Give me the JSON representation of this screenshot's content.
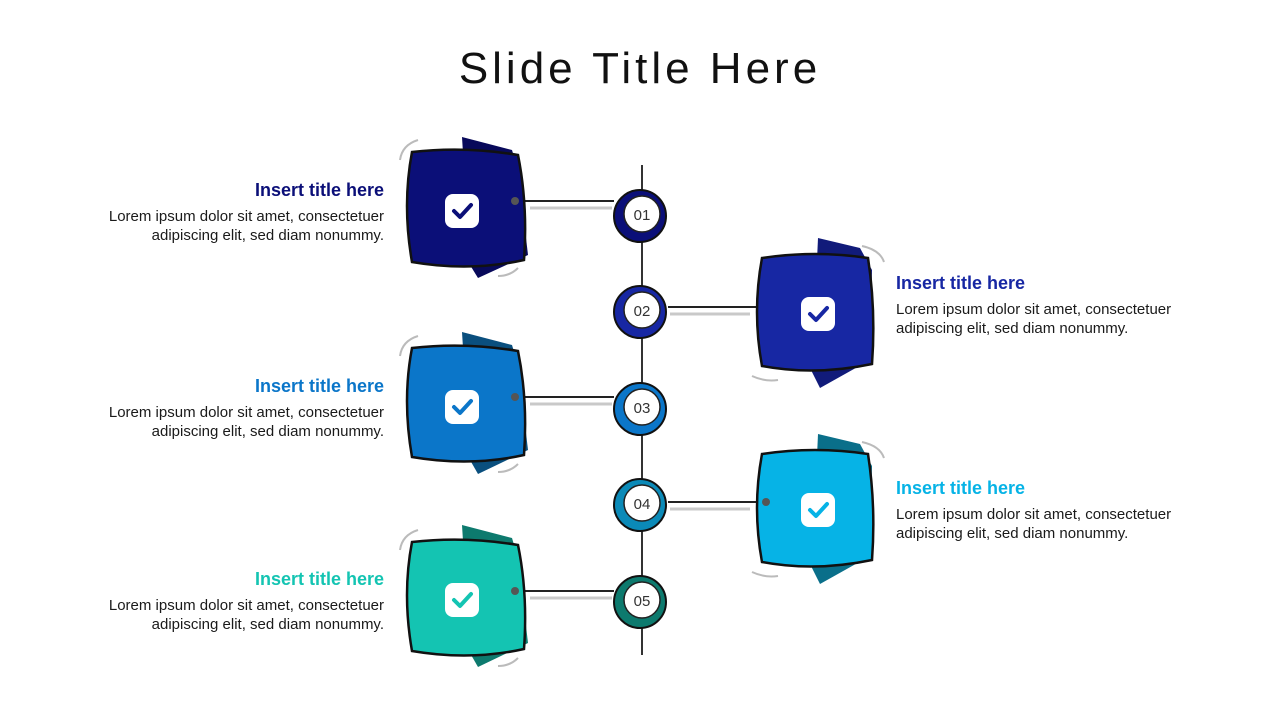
{
  "slide": {
    "title": "Slide Title Here"
  },
  "items": [
    {
      "number": "01",
      "title": "Insert title here",
      "desc1": "Lorem ipsum dolor sit amet, consectetuer",
      "desc2": "adipiscing elit, sed diam nonummy.",
      "color": "#0b0f78",
      "dark": "#08095a",
      "side": "left"
    },
    {
      "number": "02",
      "title": "Insert title here",
      "desc1": "Lorem ipsum dolor sit amet, consectetuer",
      "desc2": "adipiscing elit, sed diam nonummy.",
      "color": "#1727a3",
      "dark": "#111b7a",
      "side": "right"
    },
    {
      "number": "03",
      "title": "Insert title here",
      "desc1": "Lorem ipsum dolor sit amet, consectetuer",
      "desc2": "adipiscing elit, sed diam nonummy.",
      "color": "#0b76c9",
      "dark": "#0a4f7e",
      "side": "left"
    },
    {
      "number": "04",
      "title": "Insert title here",
      "desc1": "Lorem ipsum dolor sit amet, consectetuer",
      "desc2": "adipiscing elit, sed diam nonummy.",
      "color": "#06b3e6",
      "dark": "#0a6f8a",
      "side": "right"
    },
    {
      "number": "05",
      "title": "Insert title here",
      "desc1": "Lorem ipsum dolor sit amet, consectetuer",
      "desc2": "adipiscing elit, sed diam nonummy.",
      "color": "#14c4b2",
      "dark": "#0d7a6e",
      "side": "left"
    }
  ],
  "icons": {
    "card": "check-icon"
  }
}
